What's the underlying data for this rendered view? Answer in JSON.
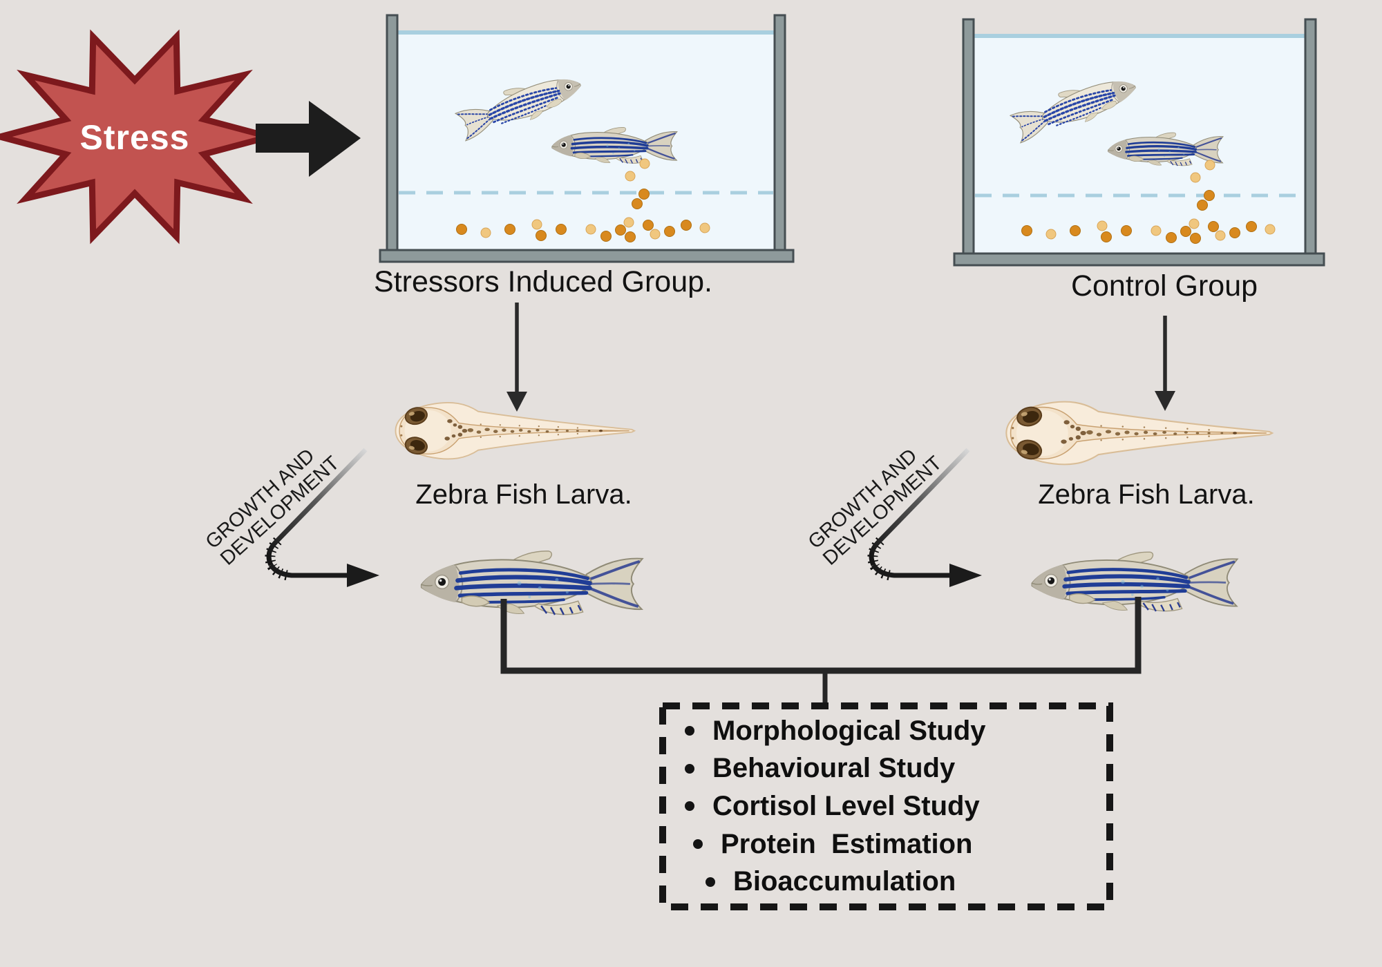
{
  "stress": {
    "label": "Stress"
  },
  "tanks": [
    {
      "label": "Stressors Induced Group."
    },
    {
      "label": "Control Group"
    }
  ],
  "larva": {
    "label": "Zebra Fish Larva."
  },
  "growth_arrow": {
    "line1": "GROWTH AND",
    "line2": "DEVELOPMENT"
  },
  "studies": {
    "items": [
      "Morphological Study",
      "Behavioural Study",
      "Cortisol Level Study",
      "Protein  Estimation",
      "Bioaccumulation"
    ]
  },
  "palette": {
    "background": "#E4E0DD",
    "burst_fill": "#C25350",
    "burst_stroke": "#7D191D",
    "arrow_black": "#1D1D1D",
    "tank_wall": "#8E9A9B",
    "tank_wall_edge": "#454E52",
    "water": "#EFF7FC",
    "water_line": "#A9CFDF",
    "egg_dark": "#D8891E",
    "egg_light": "#F0C77F",
    "fish_stripe_blue": "#203D96",
    "text": "#121212"
  }
}
